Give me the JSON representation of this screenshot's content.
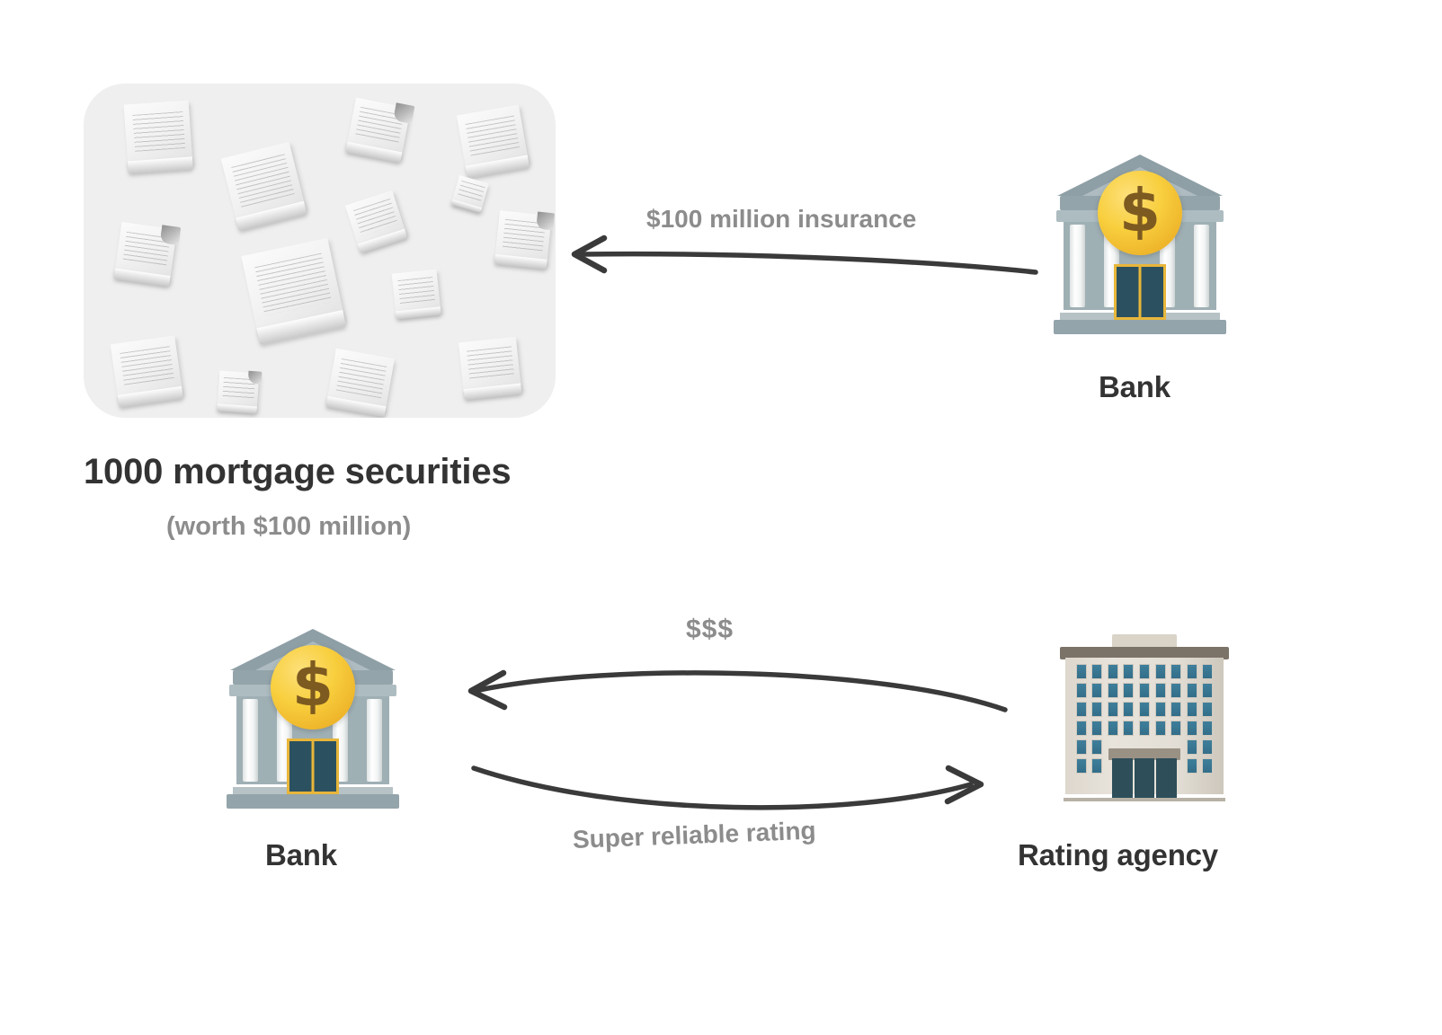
{
  "diagram": {
    "title_visible": false,
    "background_color": "#ffffff",
    "panel_color": "#efefef",
    "dark_text_color": "#333333",
    "gray_text_color": "#8c8c8c",
    "arrow_color": "#3a3a3a"
  },
  "securities": {
    "title": "1000 mortgage securities",
    "subtitle": "(worth $100 million)",
    "icon_name": "document-pile",
    "document_count": 14
  },
  "top_row": {
    "arrow": {
      "label": "$100 million insurance",
      "direction": "left",
      "from": "Bank",
      "to": "1000 mortgage securities"
    },
    "bank": {
      "label": "Bank",
      "icon_name": "bank-emoji",
      "coin_symbol": "$"
    }
  },
  "bottom_row": {
    "bank": {
      "label": "Bank",
      "icon_name": "bank-emoji",
      "coin_symbol": "$"
    },
    "agency": {
      "label": "Rating agency",
      "icon_name": "office-building-emoji"
    },
    "arrow_top": {
      "label": "$$$",
      "direction": "left",
      "from": "Rating agency",
      "to": "Bank"
    },
    "arrow_bottom": {
      "label": "Super reliable rating",
      "direction": "right",
      "from": "Bank",
      "to": "Rating agency"
    }
  }
}
